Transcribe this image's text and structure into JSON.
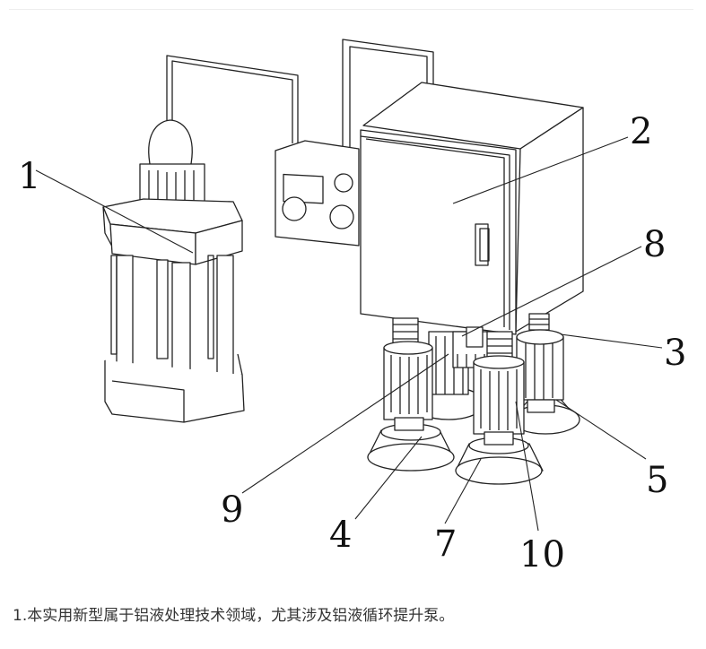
{
  "figure": {
    "labels": {
      "l1": "1",
      "l2": "2",
      "l3": "3",
      "l4": "4",
      "l5": "5",
      "l7": "7",
      "l8": "8",
      "l9": "9",
      "l10": "10"
    },
    "line_color": "#222222"
  },
  "caption": {
    "text": "1.本实用新型属于铝液处理技术领域，尤其涉及铝液循环提升泵。"
  }
}
